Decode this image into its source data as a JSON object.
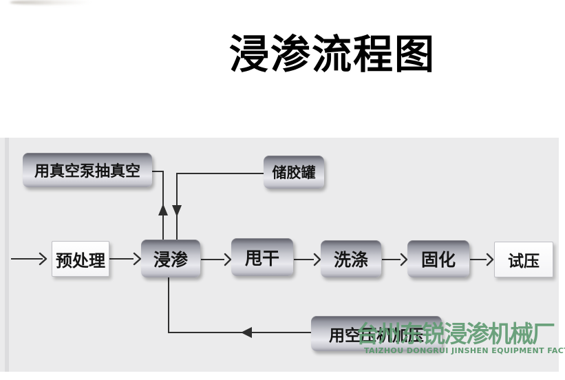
{
  "title": {
    "text": "浸渗流程图"
  },
  "panel": {
    "background": "#ebebec"
  },
  "colors": {
    "line": "#2e2e2e",
    "metal_light": "#e9e9ee",
    "metal_dark": "#5c5c66",
    "watermark_green": "#5f9a72"
  },
  "nodes": [
    {
      "id": "vacuum-pump",
      "label": "用真空泵抽真空",
      "style": "metal"
    },
    {
      "id": "glue-tank",
      "label": "储胶罐",
      "style": "metal"
    },
    {
      "id": "pretreatment",
      "label": "预处理",
      "style": "white"
    },
    {
      "id": "impregnation",
      "label": "浸渗",
      "style": "metal"
    },
    {
      "id": "spin-dry",
      "label": "甩干",
      "style": "metal"
    },
    {
      "id": "washing",
      "label": "洗涤",
      "style": "metal"
    },
    {
      "id": "curing",
      "label": "固化",
      "style": "metal"
    },
    {
      "id": "pressure-test",
      "label": "试压",
      "style": "white"
    },
    {
      "id": "air-compressor",
      "label": "用空压机加压",
      "style": "metal"
    }
  ],
  "watermark": {
    "cn": "台州东锐浸渗机械厂",
    "en": "TAIZHOU DONGRUI JINSHEN EQUIPMENT FACTORY"
  }
}
